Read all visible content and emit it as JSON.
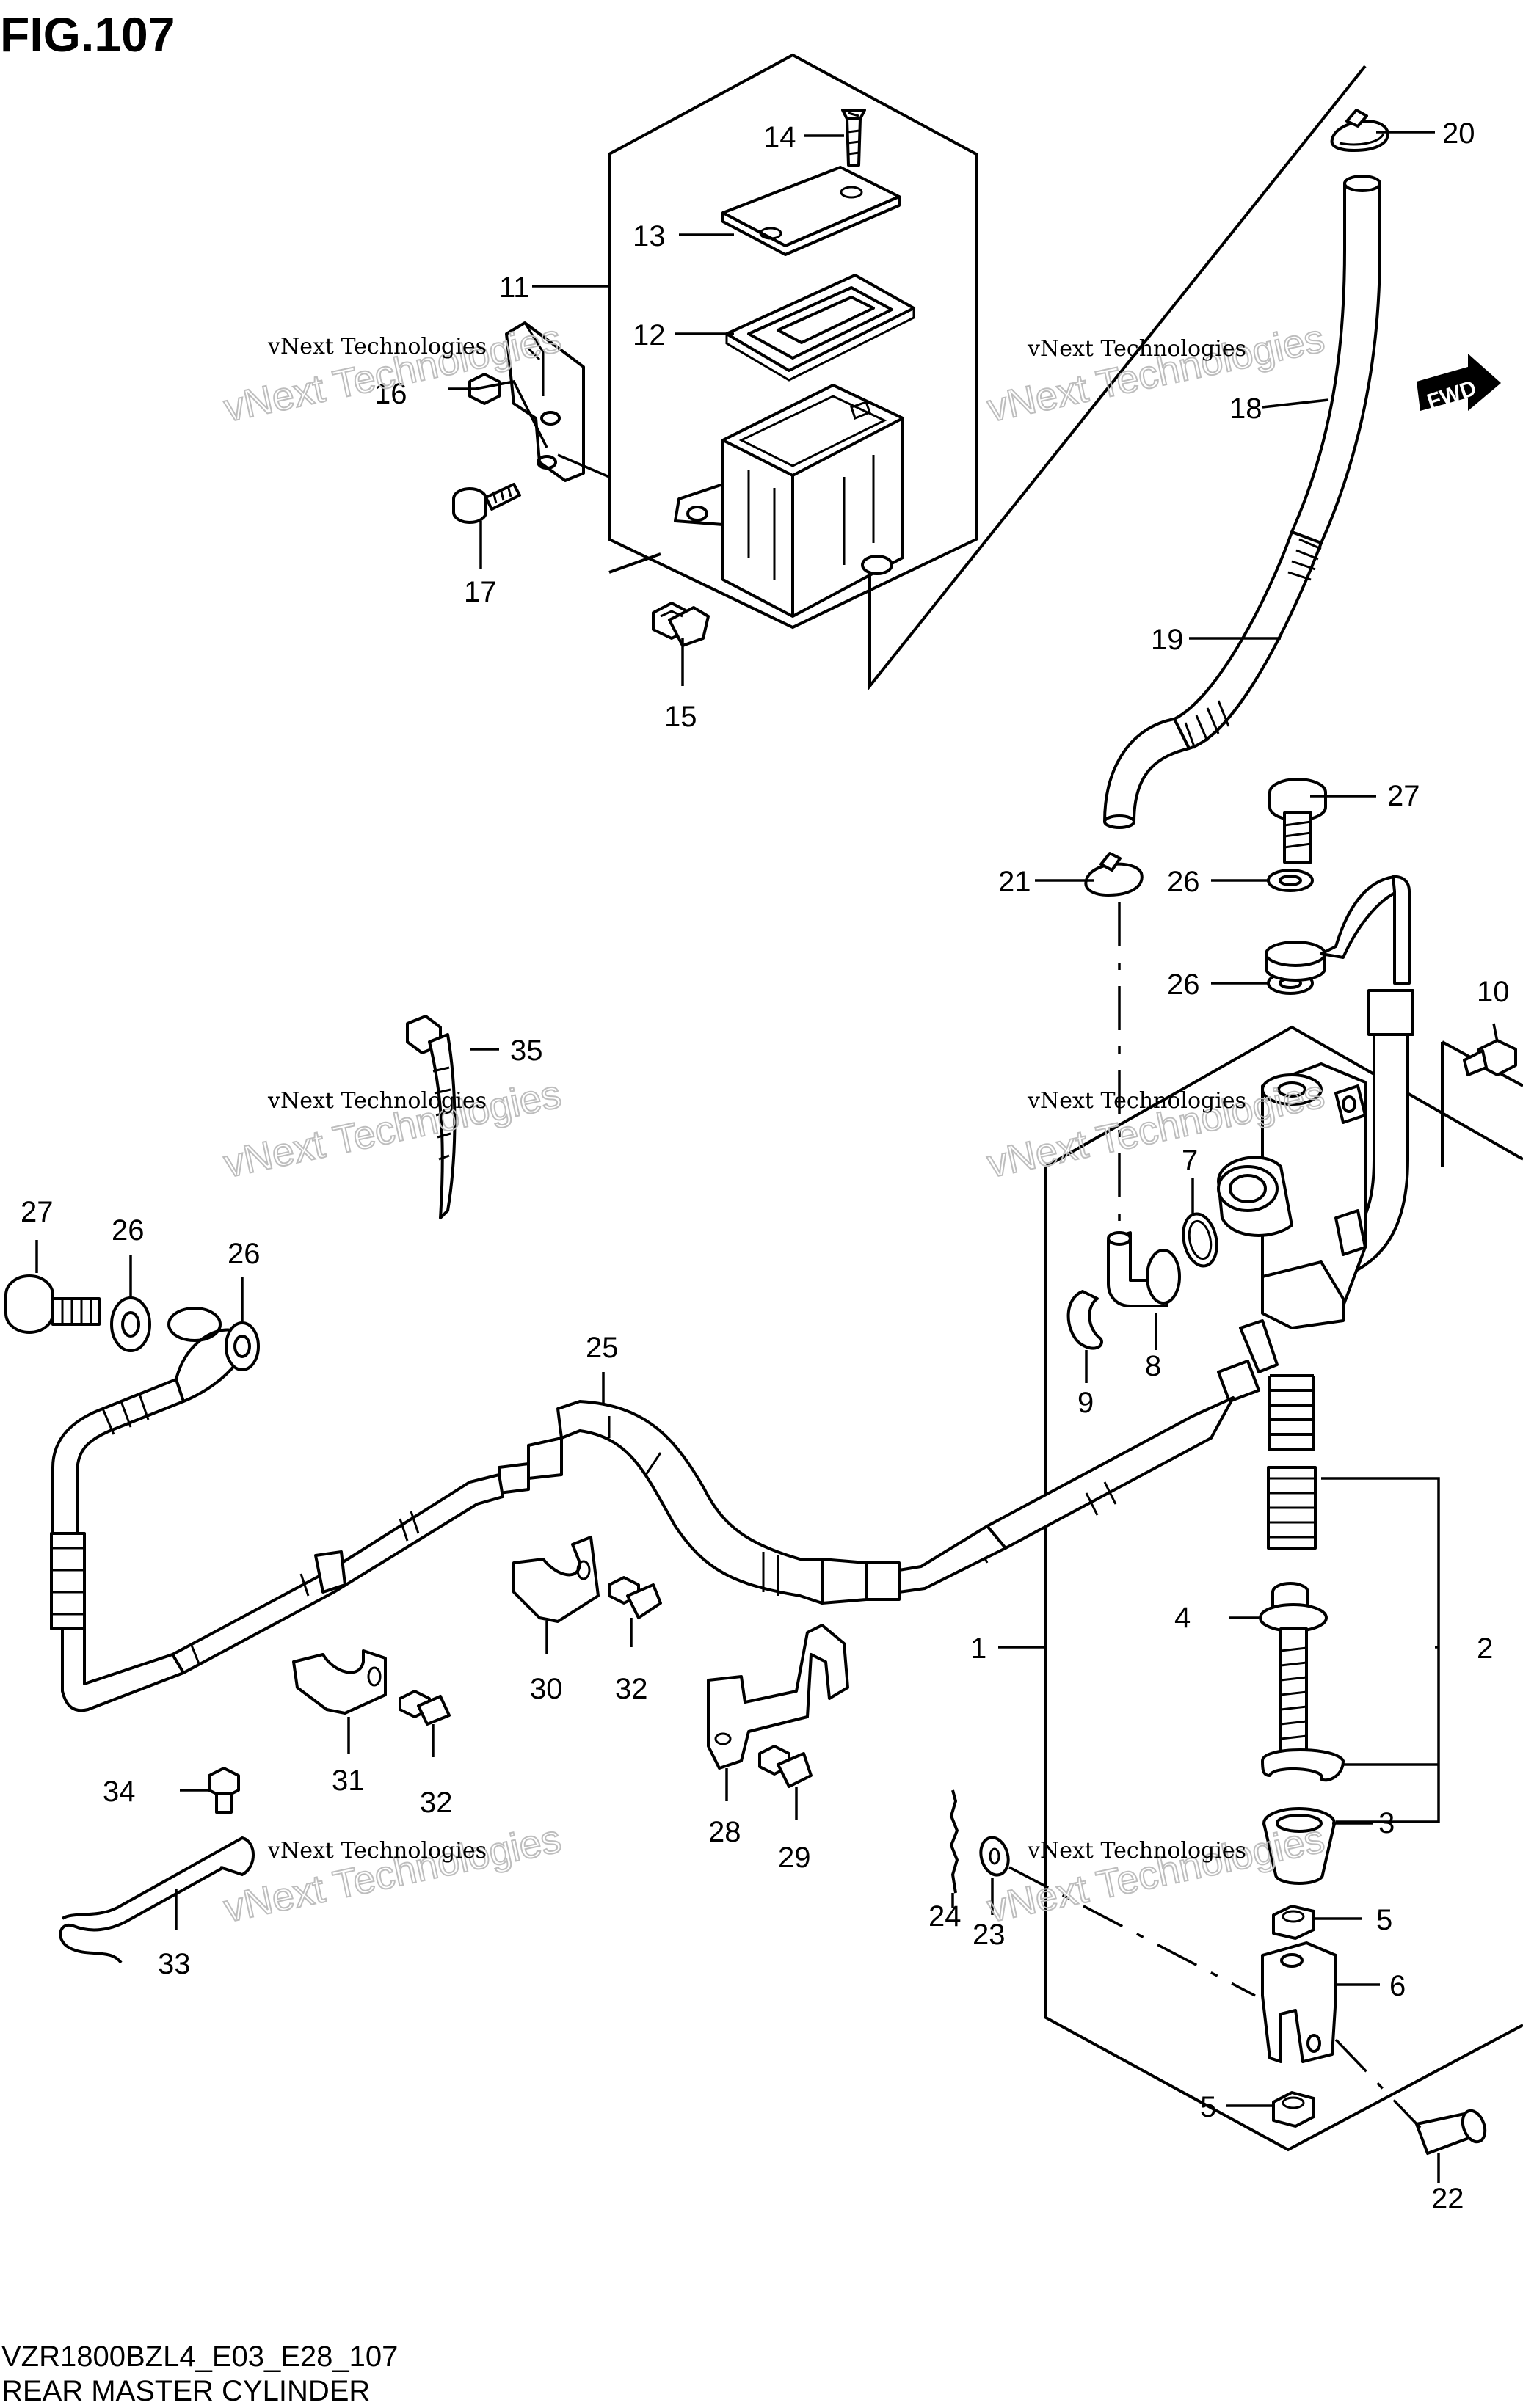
{
  "figure": {
    "title": "FIG.107",
    "code": "VZR1800BZL4_E03_E28_107",
    "name": "REAR MASTER CYLINDER",
    "fwd_label": "FWD"
  },
  "watermark": {
    "line1": "vNext Technologies",
    "line2": "vNext Technologies"
  },
  "callouts": [
    "1",
    "2",
    "3",
    "4",
    "5",
    "5",
    "6",
    "7",
    "8",
    "9",
    "10",
    "11",
    "12",
    "13",
    "14",
    "15",
    "16",
    "17",
    "18",
    "19",
    "20",
    "21",
    "22",
    "23",
    "24",
    "25",
    "26",
    "26",
    "26",
    "26",
    "27",
    "27",
    "28",
    "29",
    "30",
    "31",
    "32",
    "32",
    "33",
    "34",
    "35"
  ]
}
